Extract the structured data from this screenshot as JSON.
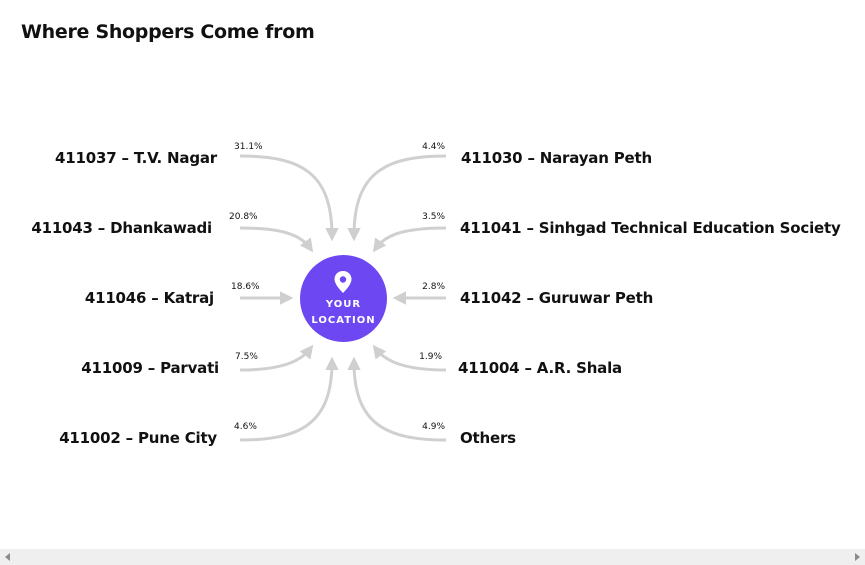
{
  "title": "Where Shoppers Come from",
  "hub": {
    "line1": "YOUR",
    "line2": "LOCATION",
    "icon": "location-pin-icon",
    "color": "#6c47f2"
  },
  "arrow_color": "#cfcfcf",
  "left_sources": [
    {
      "label": "411037 – T.V. Nagar",
      "pct": "31.1%"
    },
    {
      "label": "411043 – Dhankawadi",
      "pct": "20.8%"
    },
    {
      "label": "411046 – Katraj",
      "pct": "18.6%"
    },
    {
      "label": "411009 – Parvati",
      "pct": "7.5%"
    },
    {
      "label": "411002 – Pune City",
      "pct": "4.6%"
    }
  ],
  "right_sources": [
    {
      "label": "411030 – Narayan Peth",
      "pct": "4.4%"
    },
    {
      "label": "411041 – Sinhgad Technical Education Society",
      "pct": "3.5%"
    },
    {
      "label": "411042 – Guruwar Peth",
      "pct": "2.8%"
    },
    {
      "label": "411004 – A.R. Shala",
      "pct": "1.9%"
    },
    {
      "label": "Others",
      "pct": "4.9%"
    }
  ]
}
